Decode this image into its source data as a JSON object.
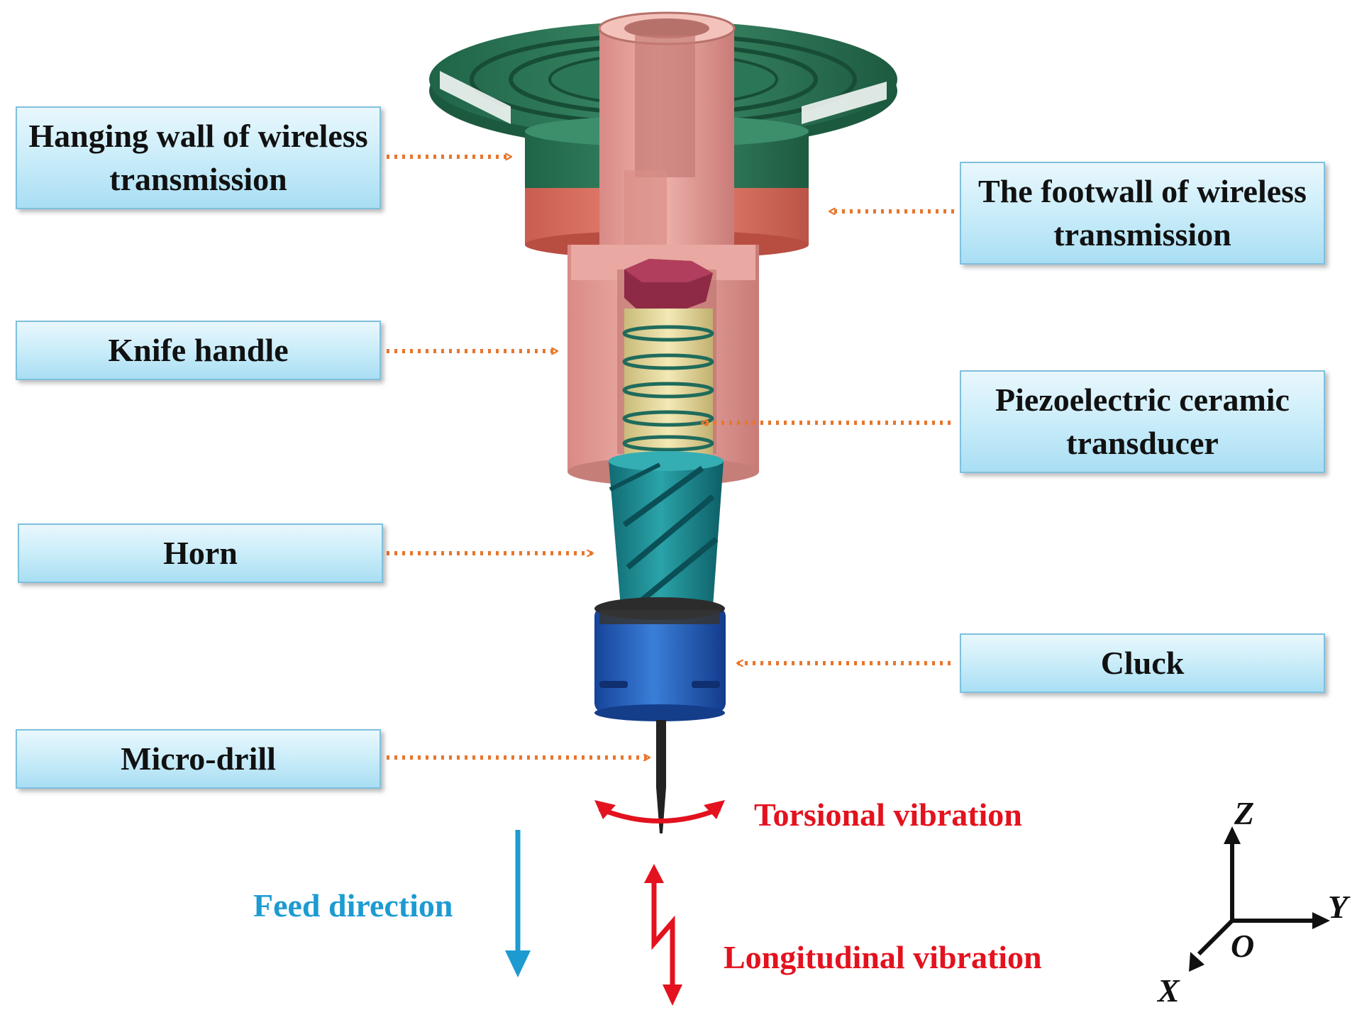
{
  "labels": {
    "hanging_wall": "Hanging wall of wireless transmission",
    "footwall": "The footwall of wireless transmission",
    "knife_handle": "Knife handle",
    "piezo": "Piezoelectric ceramic transducer",
    "horn": "Horn",
    "cluck": "Cluck",
    "micro_drill": "Micro-drill"
  },
  "vibrations": {
    "torsional": "Torsional vibration",
    "longitudinal": "Longitudinal vibration",
    "feed": "Feed direction"
  },
  "axes": {
    "z": "Z",
    "y": "Y",
    "x": "X",
    "origin": "O"
  },
  "colors": {
    "leader_arrow": "#e8762c",
    "vibration_red": "#e3121e",
    "feed_blue": "#1d9bd1",
    "label_fill": "#c6ecfa",
    "flange_green": "#2d7a5a",
    "holder_pink": "#e8a39e",
    "coil_band": "#d86a5c",
    "transducer_yellow": "#e8dc9a",
    "horn_teal": "#1f8c93",
    "chuck_blue": "#1f5ab4"
  }
}
